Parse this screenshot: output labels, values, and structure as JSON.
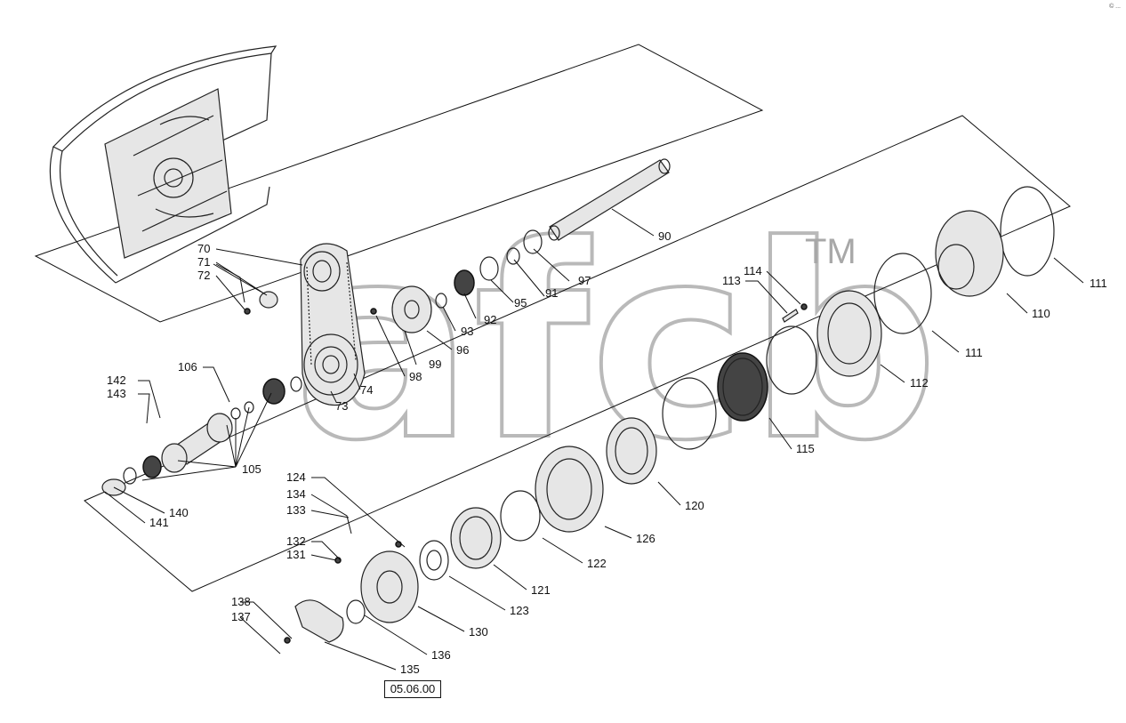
{
  "watermark": {
    "text": "afcb",
    "trademark": "TM"
  },
  "corner_mark": "© ...",
  "reference": "05.06.00",
  "callouts": [
    "70",
    "71",
    "72",
    "73",
    "74",
    "90",
    "91",
    "92",
    "93",
    "95",
    "96",
    "97",
    "98",
    "99",
    "105",
    "106",
    "110",
    "111",
    "111",
    "112",
    "113",
    "114",
    "115",
    "120",
    "121",
    "122",
    "123",
    "124",
    "126",
    "130",
    "131",
    "132",
    "133",
    "134",
    "135",
    "136",
    "137",
    "138",
    "140",
    "141",
    "142",
    "143"
  ]
}
